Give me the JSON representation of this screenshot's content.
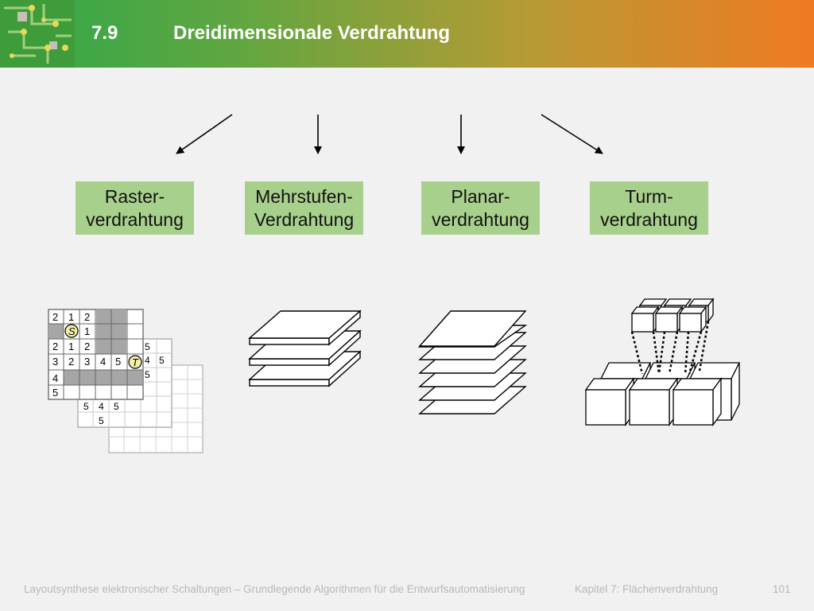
{
  "header": {
    "section_number": "7.9",
    "title": "Dreidimensionale Verdrahtung"
  },
  "boxes": [
    {
      "label": "Raster-\nverdrahtung"
    },
    {
      "label": "Mehrstufen-\nVerdrahtung"
    },
    {
      "label": "Planar-\nverdrahtung"
    },
    {
      "label": "Turm-\nverdrahtung"
    }
  ],
  "grid_figure": {
    "row1": [
      "2",
      "1",
      "2"
    ],
    "row2_s": "S",
    "row2_val": "1",
    "row3": [
      "2",
      "1",
      "2"
    ],
    "row4": [
      "3",
      "2",
      "3",
      "4",
      "5"
    ],
    "row4_t": "T",
    "row5": "4",
    "row6": "5",
    "layer2_col": [
      "5",
      "4",
      "5",
      "5"
    ],
    "layer2_bottom": [
      "5",
      "4",
      "5"
    ],
    "layer2_last": "5"
  },
  "footer": {
    "course": "Layoutsynthese elektronischer Schaltungen – Grundlegende Algorithmen für die Entwurfsautomatisierung",
    "chapter": "Kapitel 7: Flächenverdrahtung",
    "page": "101"
  },
  "colors": {
    "box_fill": "#a8d08d",
    "header_start": "#2ea84a",
    "header_end": "#f07a22",
    "grid_shade": "#a6a6a6",
    "marker_fill": "#f2f0a8"
  }
}
